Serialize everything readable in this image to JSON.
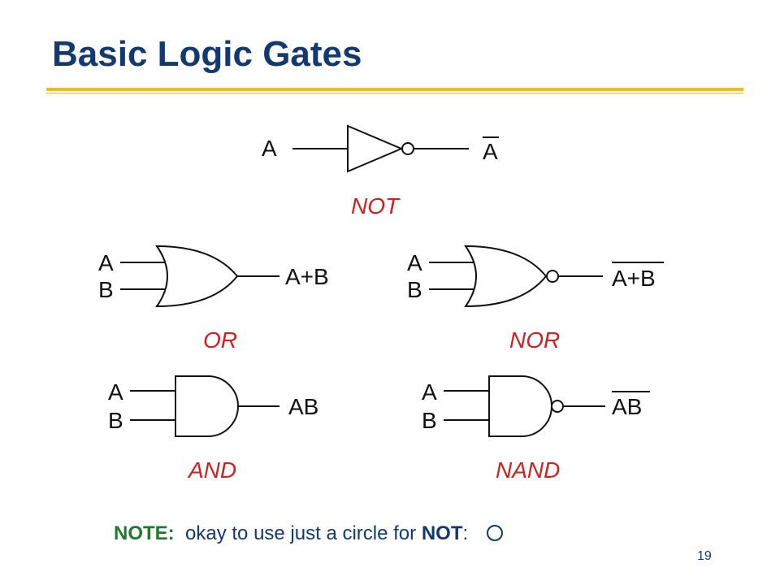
{
  "slide": {
    "title": "Basic Logic Gates",
    "page_number": "19",
    "colors": {
      "title": "#123a6e",
      "rule": "#e6c21a",
      "gate_name": "#cc2222",
      "note_label": "#1f7a2e"
    }
  },
  "gates": {
    "not": {
      "name": "NOT",
      "input_a": "A",
      "output": "A"
    },
    "or": {
      "name": "OR",
      "input_a": "A",
      "input_b": "B",
      "output": "A+B"
    },
    "nor": {
      "name": "NOR",
      "input_a": "A",
      "input_b": "B",
      "output": "A+B"
    },
    "and": {
      "name": "AND",
      "input_a": "A",
      "input_b": "B",
      "output": "AB"
    },
    "nand": {
      "name": "NAND",
      "input_a": "A",
      "input_b": "B",
      "output": "AB"
    }
  },
  "note": {
    "label": "NOTE:",
    "text_before": "okay to use just a circle for ",
    "keyword": "NOT",
    "text_after": ":",
    "symbol": "circle-icon"
  }
}
